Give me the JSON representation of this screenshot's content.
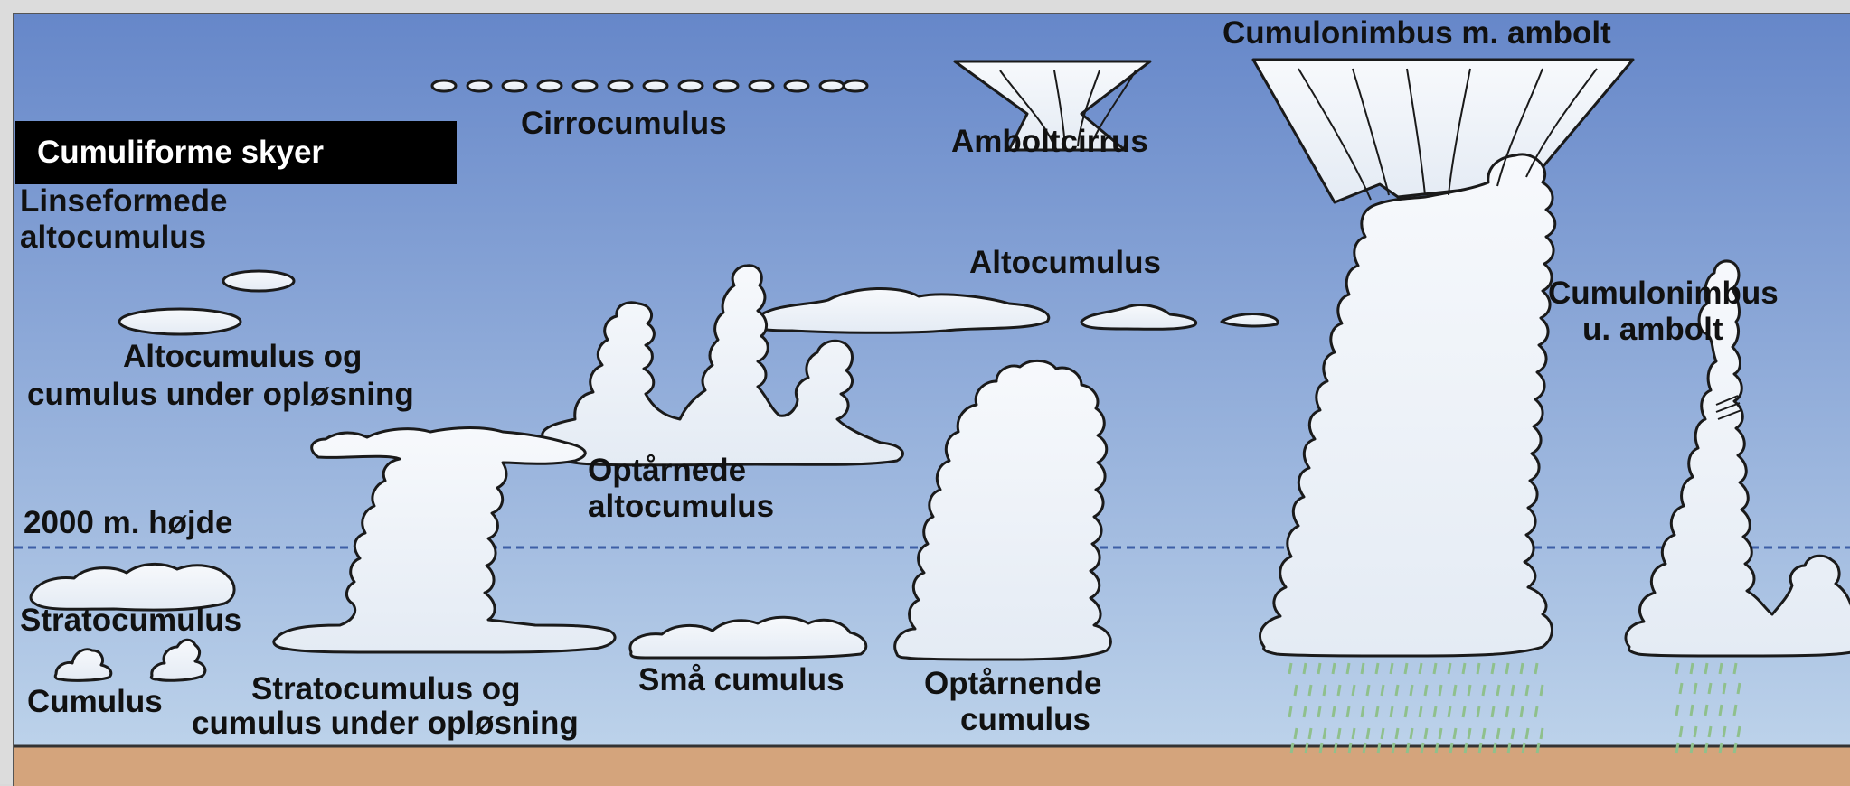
{
  "title": "Cumuliforme skyer",
  "labels": {
    "cirrocumulus": "Cirrocumulus",
    "amboltcirrus": "Amboltcirrus",
    "cb_anvil": "Cumulonimbus m. ambolt",
    "linse_1": "Linseformede",
    "linse_2": "altocumulus",
    "altocumulus": "Altocumulus",
    "cb_no_anvil_1": "Cumulonimbus",
    "cb_no_anvil_2": "u. ambolt",
    "ac_cu_1": "Altocumulus og",
    "ac_cu_2": "cumulus under opløsning",
    "optarnede_1": "Optårnede",
    "optarnede_2": "altocumulus",
    "height_line": "2000 m. højde",
    "stratocumulus": "Stratocumulus",
    "cumulus": "Cumulus",
    "sc_cu_1": "Stratocumulus og",
    "sc_cu_2": "cumulus under opløsning",
    "sma_cumulus": "Små cumulus",
    "optarnende_1": "Optårnende",
    "optarnende_2": "cumulus"
  },
  "colors": {
    "sky_top": "#6687c9",
    "sky_bottom": "#bcd2ea",
    "ground": "#d4a47c",
    "cloud_fill": "#eef2f8",
    "cloud_stroke": "#1a1a1a",
    "dashed_line": "#3d5fa6",
    "rain": "#8fc08c",
    "title_bg": "#000000",
    "title_text": "#ffffff"
  },
  "icons": [
    "cloud-shapes",
    "rain-streaks",
    "anvil-cirrus"
  ]
}
